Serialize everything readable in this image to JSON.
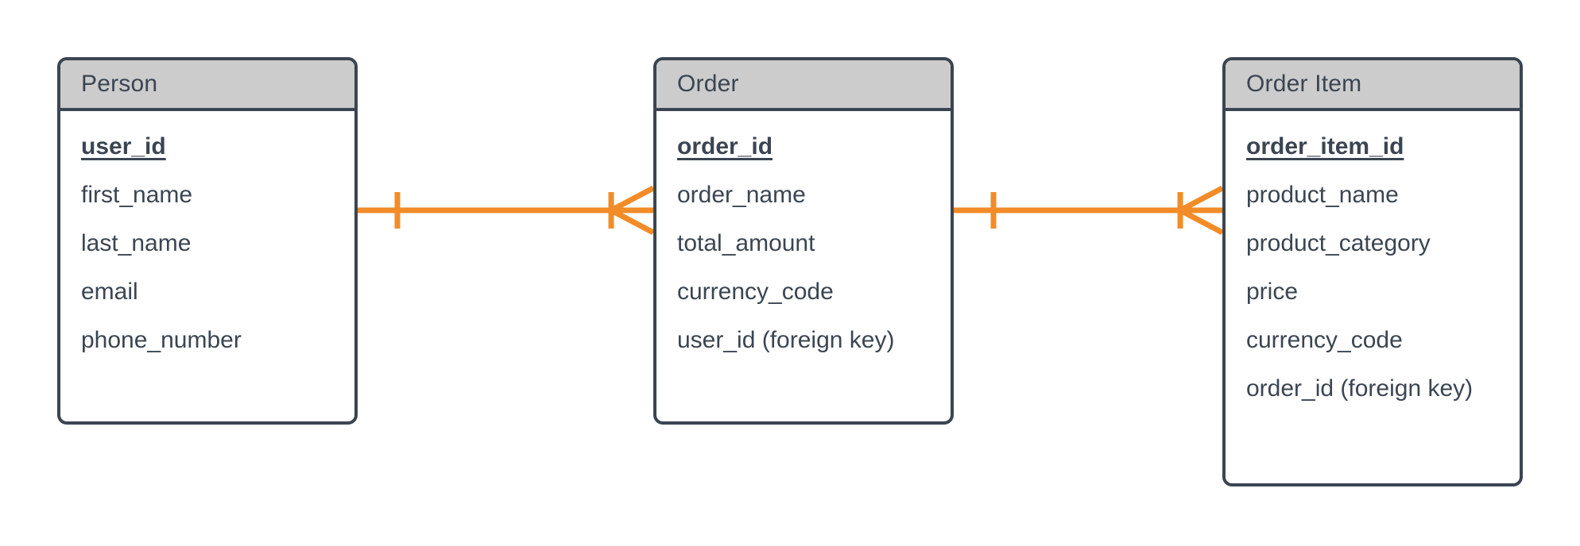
{
  "diagram": {
    "type": "entity-relationship-diagram",
    "notation": "crow's foot",
    "background_color": "#ffffff",
    "entity_border_color": "#3b4552",
    "entity_header_color": "#cccccc",
    "text_color": "#3b4552",
    "relationship_color": "#f28c28"
  },
  "entities": [
    {
      "name": "Person",
      "fields": [
        {
          "label": "user_id",
          "key": "primary"
        },
        {
          "label": "first_name",
          "key": "none"
        },
        {
          "label": "last_name",
          "key": "none"
        },
        {
          "label": "email",
          "key": "none"
        },
        {
          "label": "phone_number",
          "key": "none"
        }
      ]
    },
    {
      "name": "Order",
      "fields": [
        {
          "label": "order_id",
          "key": "primary"
        },
        {
          "label": "order_name",
          "key": "none"
        },
        {
          "label": "total_amount",
          "key": "none"
        },
        {
          "label": "currency_code",
          "key": "none"
        },
        {
          "label": "user_id (foreign key)",
          "key": "foreign"
        }
      ]
    },
    {
      "name": "Order Item",
      "fields": [
        {
          "label": "order_item_id",
          "key": "primary"
        },
        {
          "label": "product_name",
          "key": "none"
        },
        {
          "label": "product_category",
          "key": "none"
        },
        {
          "label": "price",
          "key": "none"
        },
        {
          "label": "currency_code",
          "key": "none"
        },
        {
          "label": "order_id (foreign key)",
          "key": "foreign"
        }
      ]
    }
  ],
  "relationships": [
    {
      "from": "Person",
      "to": "Order",
      "cardinality": "one-to-many",
      "from_symbol": "one-tick",
      "to_symbol": "crows-foot"
    },
    {
      "from": "Order",
      "to": "Order Item",
      "cardinality": "one-to-many",
      "from_symbol": "one-tick",
      "to_symbol": "crows-foot"
    }
  ]
}
